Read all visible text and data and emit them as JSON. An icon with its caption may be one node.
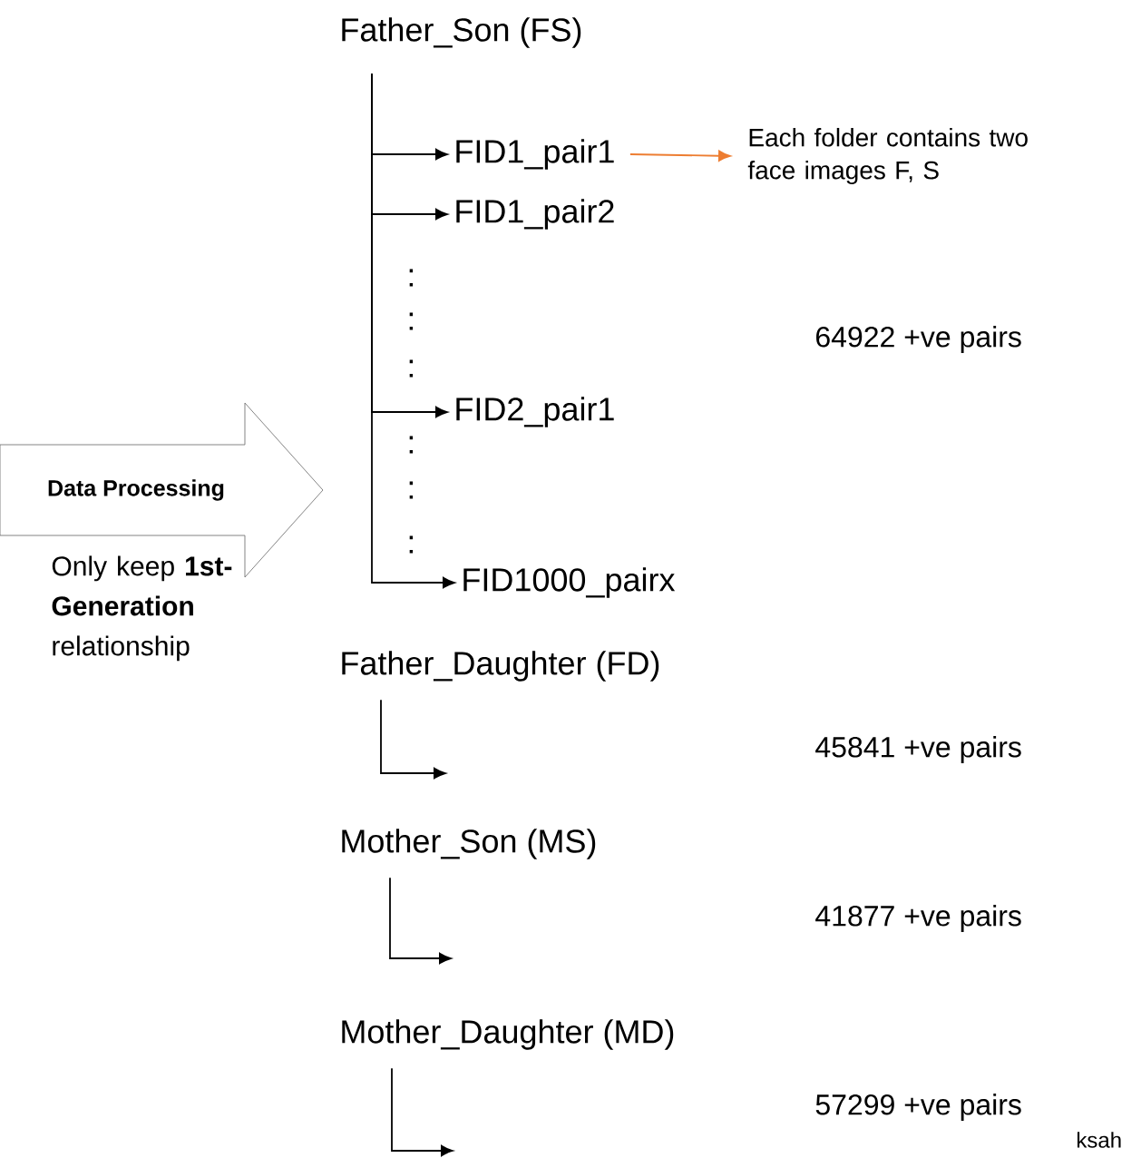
{
  "diagram": {
    "nodes": [
      {
        "text": [
          "Father_Son (FS)"
        ]
      },
      {
        "text": [
          "FID1_pair1"
        ]
      },
      {
        "text": [
          "FID1_pair2"
        ]
      },
      {
        "text": [
          "FID2_pair1"
        ]
      },
      {
        "text": [
          "FID1000_pairx"
        ]
      },
      {
        "text": [
          "Each folder contains two face images F, S"
        ]
      },
      {
        "text": [
          "Data Processing"
        ],
        "beside": [
          "Only keep **1st-Generation** relationship"
        ]
      },
      {
        "text": [
          "Father_Daughter (FD)"
        ]
      },
      {
        "text": [
          "Mother_Son (MS)"
        ]
      },
      {
        "text": [
          "Mother_Daughter (MD)"
        ]
      }
    ],
    "edges": [
      {
        "from": 0,
        "to": 1,
        "arrow": "to"
      },
      {
        "from": 0,
        "to": 2,
        "arrow": "to"
      },
      {
        "from": 0,
        "to": 3,
        "arrow": "to"
      },
      {
        "from": 0,
        "to": 4,
        "arrow": "to"
      },
      {
        "from": 1,
        "to": 5,
        "arrow": "to",
        "color": "#ed7d31"
      },
      {
        "from": 7,
        "to": null,
        "arrow": "to"
      },
      {
        "from": 8,
        "to": null,
        "arrow": "to"
      },
      {
        "from": 9,
        "to": null,
        "arrow": "to"
      }
    ],
    "labels": [
      ":",
      ":",
      ":",
      "64922 +ve pairs",
      ":",
      ":",
      ":",
      "45841 +ve pairs",
      "41877 +ve pairs",
      "57299 +ve pairs",
      "ksah"
    ]
  }
}
